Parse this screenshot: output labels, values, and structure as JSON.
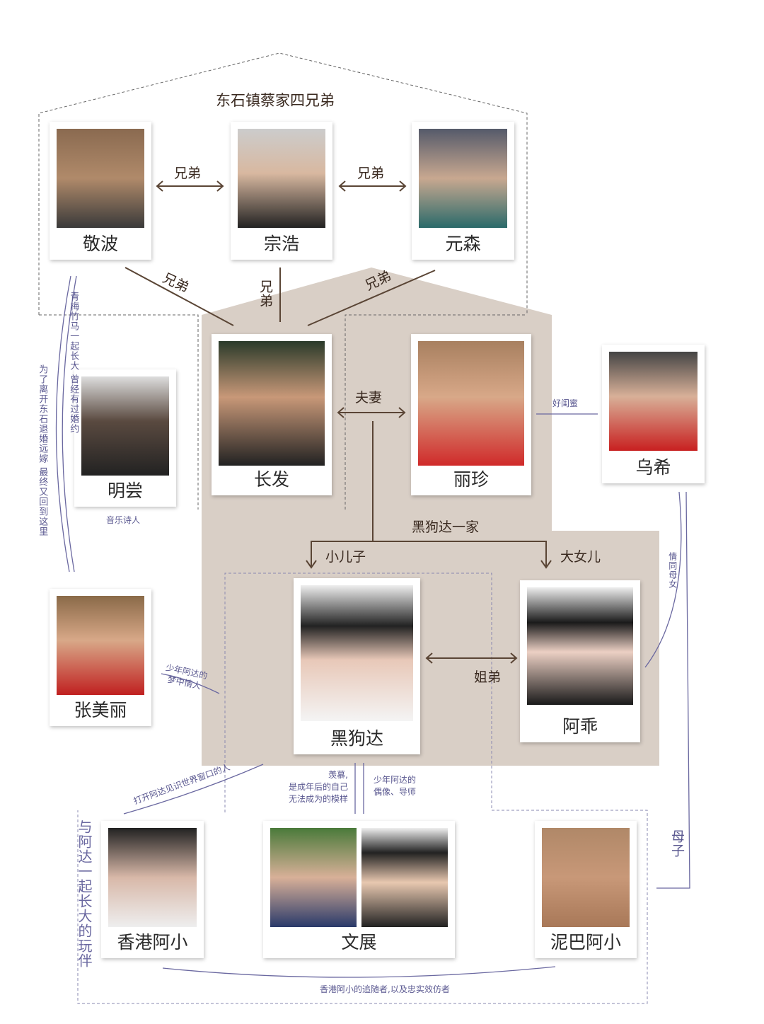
{
  "title": "东石镇蔡家四兄弟",
  "family_label": "黑狗达一家",
  "people": {
    "jingbo": "敬波",
    "zonghao": "宗浩",
    "yuansen": "元森",
    "changfa": "长发",
    "lizhen": "丽珍",
    "wuxi": "乌希",
    "mingchang": "明尝",
    "zhangmeili": "张美丽",
    "heigouda": "黑狗达",
    "aguai": "阿乖",
    "xianggang": "香港阿小",
    "wenzhan": "文展",
    "niba": "泥巴阿小"
  },
  "relations": {
    "brothers1": "兄弟",
    "brothers2": "兄弟",
    "brothers3": "兄弟",
    "brothers4": "兄弟",
    "brothers5": "兄弟",
    "couple": "夫妻",
    "younger_son": "小儿子",
    "elder_daughter": "大女儿",
    "siblings": "姐弟",
    "best_friend": "好闺蜜",
    "like_mother_daughter": "情同母女",
    "mother_son": "母子",
    "childhood_playmate": "与阿达一起长大的玩伴"
  },
  "notes": {
    "mingchang_role": "音乐诗人",
    "childhood_sweetheart": "青梅竹马一起长大 曾经有过婚约",
    "left_town": "为了离开东石退婚远嫁 最终又回到这里",
    "dream_lover": [
      "少年阿达的",
      "梦中情人"
    ],
    "window": "打开阿达见识世界窗口的人",
    "envy": [
      "羡慕,",
      "是成年后的自己",
      "无法成为的模样"
    ],
    "idol": [
      "少年阿达的",
      "偶像、导师"
    ],
    "follower": "香港阿小的追随者,以及忠实效仿者"
  },
  "colors": {
    "house": "#d9cfc6",
    "arrow": "#5a4535",
    "note": "#5a5890"
  }
}
